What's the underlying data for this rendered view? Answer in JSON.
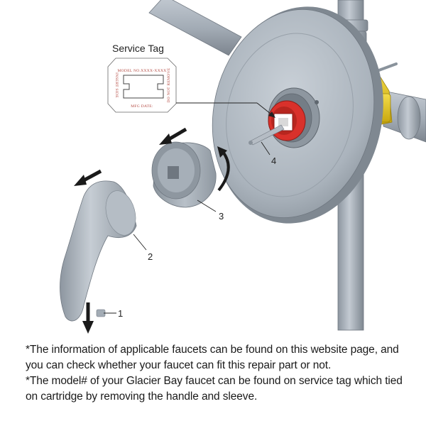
{
  "service_tag": {
    "title": "Service Tag",
    "model_line": "MODEL NO.XXXX-XXXX",
    "side_left": "INSERT SIDE",
    "side_right": "DO NOT REMOVE",
    "mfg_line": "MFG DATE:"
  },
  "callouts": {
    "one": "1",
    "two": "2",
    "three": "3",
    "four": "4"
  },
  "notes": [
    "*The information of applicable faucets can be found on this website page, and you can check whether your faucet can fit this repair part or not.",
    "*The model# of your Glacier Bay faucet can be found on service tag which tied on cartridge by removing the handle and sleeve."
  ],
  "colors": {
    "metal": "#a9b2bc",
    "brass": "#e6c51a",
    "cartridge": "#d9312b",
    "arrow": "#1a1a1a"
  }
}
